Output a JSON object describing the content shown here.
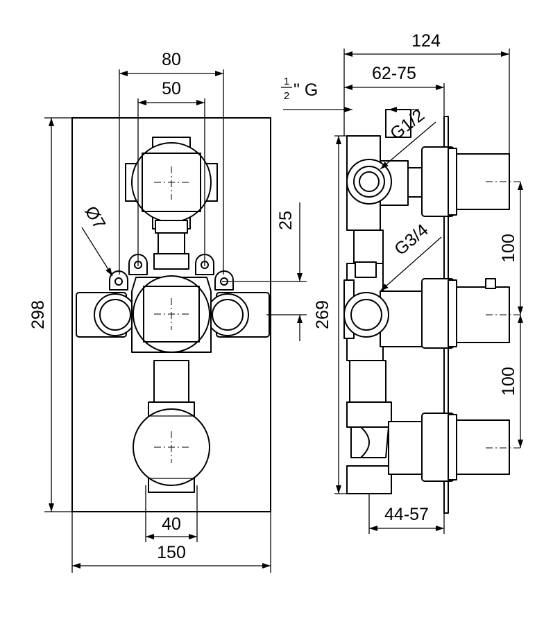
{
  "front_view": {
    "dim_width_outer": "80",
    "dim_width_inner": "50",
    "dim_hole_diameter": "Ø7",
    "dim_height_total": "298",
    "dim_offset": "25",
    "dim_spindle": "40",
    "dim_plate_width": "150"
  },
  "side_view": {
    "dim_depth_total": "124",
    "dim_depth_range": "62-75",
    "thread_inlet_fraction_num": "1",
    "thread_inlet_fraction_den": "2",
    "thread_inlet_suffix": "\" G",
    "thread_g12": "G1/2",
    "thread_g34": "G3/4",
    "dim_body_height": "269",
    "dim_spacing_upper": "100",
    "dim_spacing_lower": "100",
    "dim_handle_range": "44-57"
  }
}
